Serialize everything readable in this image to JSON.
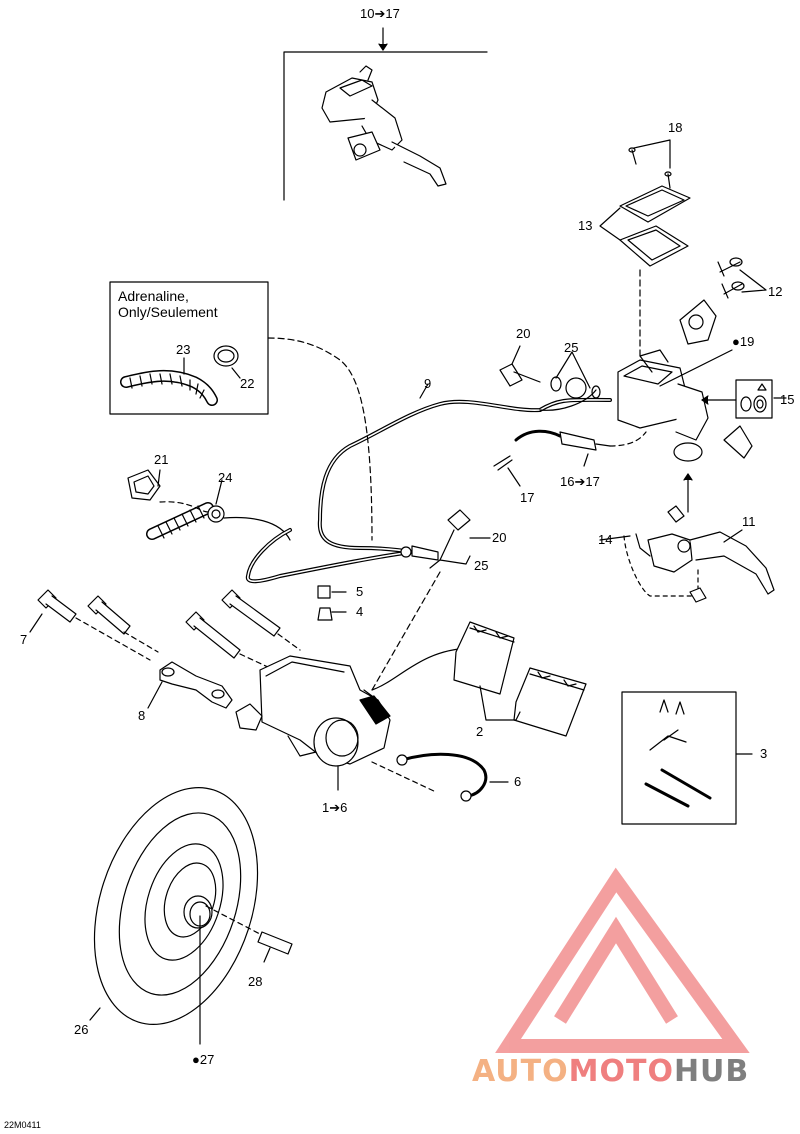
{
  "diagram": {
    "inset_text": [
      "Adrenaline,",
      "Only/Seulement"
    ],
    "figure_code": "22M0411",
    "callouts": [
      {
        "id": "c10-17",
        "text": "10➔17"
      },
      {
        "id": "c18",
        "text": "18"
      },
      {
        "id": "c13",
        "text": "13"
      },
      {
        "id": "c12",
        "text": "12"
      },
      {
        "id": "c20a",
        "text": "20"
      },
      {
        "id": "c25a",
        "text": "25"
      },
      {
        "id": "c19",
        "text": "●19"
      },
      {
        "id": "c15",
        "text": "15"
      },
      {
        "id": "c9",
        "text": "9"
      },
      {
        "id": "c23",
        "text": "23"
      },
      {
        "id": "c22",
        "text": "22"
      },
      {
        "id": "c21",
        "text": "21"
      },
      {
        "id": "c24",
        "text": "24"
      },
      {
        "id": "c17",
        "text": "17"
      },
      {
        "id": "c16-17",
        "text": "16➔17"
      },
      {
        "id": "c11",
        "text": "11"
      },
      {
        "id": "c14",
        "text": "14"
      },
      {
        "id": "c20b",
        "text": "20"
      },
      {
        "id": "c25b",
        "text": "25"
      },
      {
        "id": "c5",
        "text": "5"
      },
      {
        "id": "c4",
        "text": "4"
      },
      {
        "id": "c7",
        "text": "7"
      },
      {
        "id": "c8",
        "text": "8"
      },
      {
        "id": "c2",
        "text": "2"
      },
      {
        "id": "c3",
        "text": "3"
      },
      {
        "id": "c6",
        "text": "6"
      },
      {
        "id": "c1-6",
        "text": "1➔6"
      },
      {
        "id": "c28",
        "text": "28"
      },
      {
        "id": "c26",
        "text": "26"
      },
      {
        "id": "c27",
        "text": "●27"
      }
    ]
  },
  "watermark": {
    "parts": [
      "AUTO",
      "MOTO",
      "HUB"
    ],
    "colors": {
      "auto": "#f4b183",
      "moto": "#ef7f7f",
      "hub": "#7f7f7f",
      "triangle": "#f08080"
    }
  }
}
